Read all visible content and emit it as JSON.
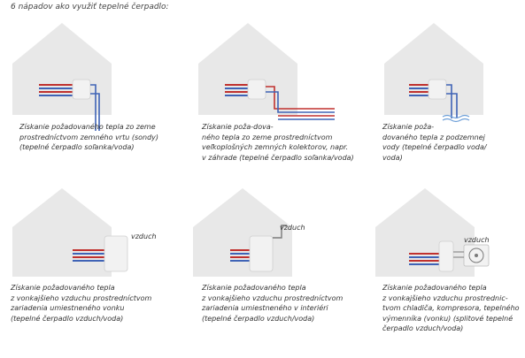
{
  "heading": "6 nápadov ako využiť tepelné čerpadlo:",
  "colors": {
    "house": "#e8e8e8",
    "hot_pipe": "#c0312e",
    "cold_pipe": "#3f63b6",
    "unit": "#f2f2f2"
  },
  "cells": [
    {
      "id": "ground-borehole",
      "caption": [
        "Získanie požadovaného tepla zo zeme",
        "prostredníctvom zemného vrtu (sondy)",
        "(tepelné čerpadlo soľanka/voda)"
      ]
    },
    {
      "id": "ground-collector",
      "caption": [
        "Získanie poža-dova-",
        "ného tepla zo zeme prostredníctvom",
        "veľkoplošných zemných kolektorov, napr.",
        "v záhrade (tepelné čerpadlo soľanka/voda)"
      ]
    },
    {
      "id": "groundwater",
      "caption": [
        "Získanie poža-",
        "dovaného tepla z podzemnej",
        "vody (tepelné čerpadlo voda/",
        "voda)"
      ]
    },
    {
      "id": "air-outdoor",
      "air_label": "vzduch",
      "caption": [
        "Získanie požadovaného tepla",
        "z vonkajšieho vzduchu prostredníctvom",
        "zariadenia umiestneného vonku",
        "(tepelné čerpadlo vzduch/voda)"
      ]
    },
    {
      "id": "air-indoor",
      "air_label": "vzduch",
      "caption": [
        "Získanie požadovaného tepla",
        "z vonkajšieho vzduchu prostredníctvom",
        "zariadenia umiestneného v interiéri",
        "(tepelné čerpadlo vzduch/voda)"
      ]
    },
    {
      "id": "air-split",
      "air_label": "vzduch",
      "caption": [
        "Získanie požadovaného tepla",
        "z vonkajšieho vzduchu prostrednic-",
        "tvom chladiča, kompresora, tepelného",
        "výmenníka (vonku) (splitové tepelné",
        "čerpadlo vzduch/voda)"
      ]
    }
  ]
}
